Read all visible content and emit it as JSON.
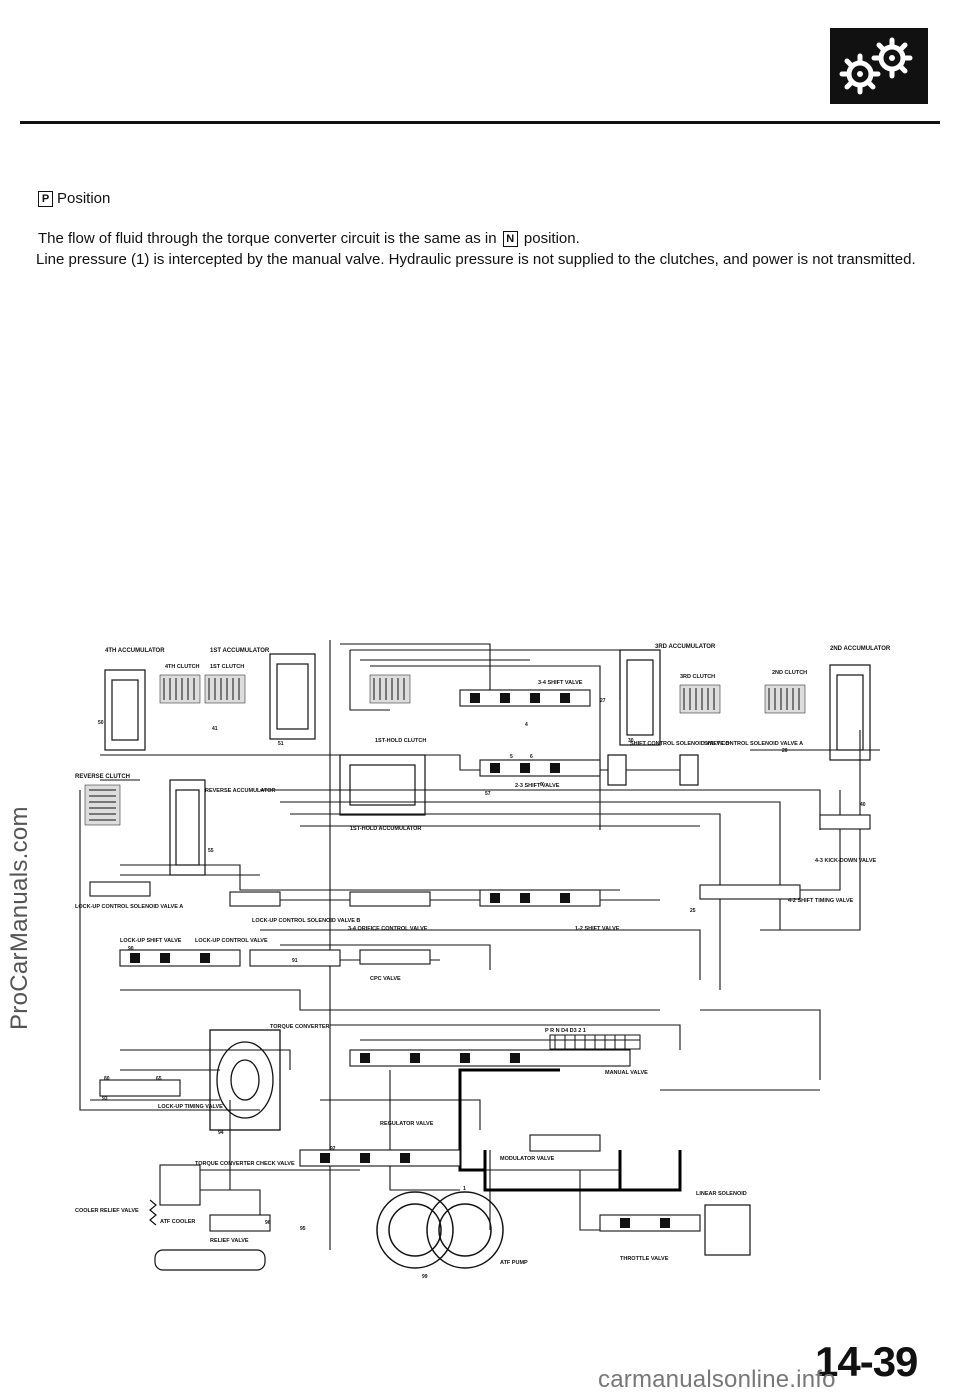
{
  "header": {
    "logo_icon": "gears-icon"
  },
  "section": {
    "key_p": "P",
    "title": "Position",
    "para1_before": "The flow of fluid through the torque converter circuit is the same as in",
    "key_n": "N",
    "para1_after": "position.",
    "para2": "Line pressure (1) is intercepted by the manual valve. Hydraulic pressure is not supplied to the clutches, and power is not transmitted."
  },
  "watermark": "ProCarManuals.com",
  "diagram": {
    "labels": {
      "acc4": "4TH ACCUMULATOR",
      "acc1": "1ST ACCUMULATOR",
      "clutch4": "4TH CLUTCH",
      "clutch1": "1ST CLUTCH",
      "acc3": "3RD ACCUMULATOR",
      "acc2": "2ND ACCUMULATOR",
      "clutch3": "3RD CLUTCH",
      "clutch2": "2ND CLUTCH",
      "shift34": "3-4 SHIFT VALVE",
      "hold1": "1ST-HOLD CLUTCH",
      "reverse_clutch": "REVERSE CLUTCH",
      "reverse_acc": "REVERSE ACCUMULATOR",
      "shift23": "2-3 SHIFT VALVE",
      "hold1_acc": "1ST-HOLD ACCUMULATOR",
      "sol_b": "SHIFT CONTROL SOLENOID VALVE B",
      "sol_a": "SHIFT CONTROL SOLENOID VALVE A",
      "kick43": "4-3 KICK-DOWN VALVE",
      "lockup_sol_a": "LOCK-UP CONTROL SOLENOID VALVE A",
      "lockup_sol_b": "LOCK-UP CONTROL SOLENOID VALVE B",
      "orifice34": "3-4 ORIFICE CONTROL VALVE",
      "timing42": "4-2 SHIFT TIMING VALVE",
      "lockup_shift": "LOCK-UP SHIFT VALVE",
      "lockup_control": "LOCK-UP CONTROL VALVE",
      "shift12": "1-2 SHIFT VALVE",
      "cpc": "CPC VALVE",
      "torque_conv": "TORQUE CONVERTER",
      "manual": "MANUAL VALVE",
      "lockup_timing": "LOCK-UP TIMING VALVE",
      "regulator": "REGULATOR VALVE",
      "modulator": "MODULATOR VALVE",
      "tc_check": "TORQUE CONVERTER CHECK VALVE",
      "linear_sol": "LINEAR SOLENOID",
      "cooler_relief": "COOLER RELIEF VALVE",
      "atf_cooler": "ATF COOLER",
      "relief": "RELIEF VALVE",
      "atf_pump": "ATF PUMP",
      "throttle": "THROTTLE VALVE",
      "selector": "P R N D4 D3 2 1"
    },
    "line_numbers": [
      "1",
      "4",
      "5",
      "6",
      "6'",
      "20",
      "25",
      "27",
      "30",
      "40",
      "41",
      "50",
      "51",
      "55",
      "57",
      "65",
      "80",
      "90",
      "91",
      "92",
      "93",
      "94",
      "95",
      "96",
      "99"
    ]
  },
  "footer": {
    "page_number": "14-39",
    "url": "carmanualsonline.info"
  }
}
